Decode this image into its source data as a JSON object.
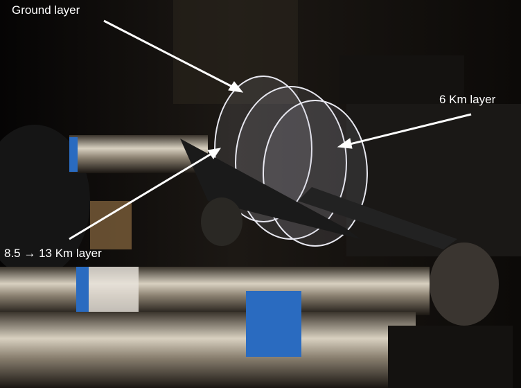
{
  "annotations": {
    "ground": "Ground layer",
    "six_km": "6 Km layer",
    "high": "8.5 → 13 Km layer"
  },
  "colors": {
    "label": "#ffffff",
    "arrow": "#ffffff",
    "belt": "#1a1a1a",
    "metal": "#b8b0a0",
    "blue_band": "#2a6bc0"
  }
}
